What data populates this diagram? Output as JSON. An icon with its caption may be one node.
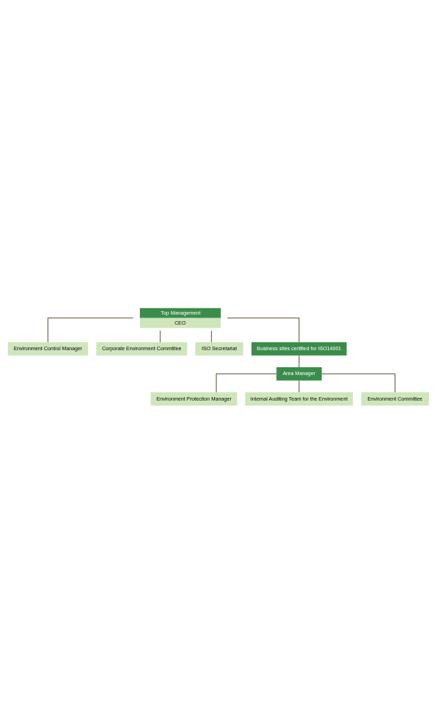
{
  "diagram": {
    "nodes": [
      {
        "text": [
          "Top Management",
          "CEO"
        ]
      },
      {
        "text": [
          "Environment Control Manager"
        ]
      },
      {
        "text": [
          "Corporate Environment Committee"
        ]
      },
      {
        "text": [
          "ISO Secretariat"
        ]
      },
      {
        "text": [
          "Business sites certified for ISO14001"
        ]
      },
      {
        "text": [
          "Area Manager"
        ]
      },
      {
        "text": [
          "Environment Protection Manager"
        ]
      },
      {
        "text": [
          "Internal Auditing Team for the Environment"
        ]
      },
      {
        "text": [
          "Environment Committee"
        ]
      }
    ],
    "edges": [
      {
        "from": 0,
        "to": 1,
        "arrow": "none"
      },
      {
        "from": 0,
        "to": 2,
        "arrow": "none"
      },
      {
        "from": 0,
        "to": 3,
        "arrow": "none"
      },
      {
        "from": 0,
        "to": 4,
        "arrow": "none"
      },
      {
        "from": 4,
        "to": 5,
        "arrow": "none"
      },
      {
        "from": 5,
        "to": 6,
        "arrow": "none"
      },
      {
        "from": 5,
        "to": 7,
        "arrow": "none"
      },
      {
        "from": 5,
        "to": 8,
        "arrow": "none"
      }
    ]
  }
}
